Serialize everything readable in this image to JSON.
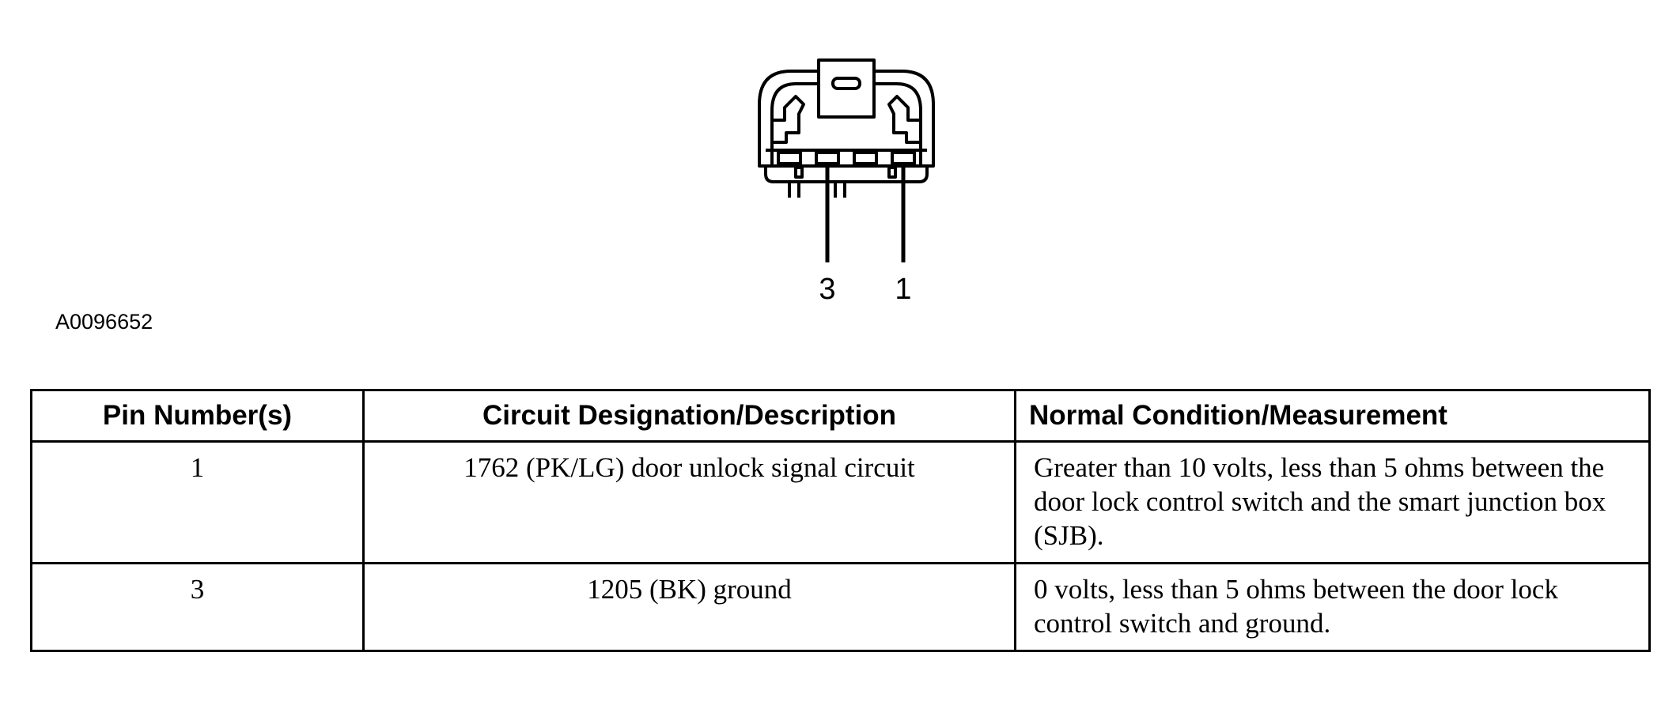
{
  "figure": {
    "id": "A0096652",
    "pin_labels": [
      "3",
      "1"
    ]
  },
  "table": {
    "headers": [
      "Pin Number(s)",
      "Circuit Designation/Description",
      "Normal Condition/Measurement"
    ],
    "rows": [
      {
        "pin": "1",
        "circuit": "1762 (PK/LG) door unlock signal circuit",
        "condition": "Greater than 10 volts, less than 5 ohms between the door lock control switch and the smart junction box (SJB)."
      },
      {
        "pin": "3",
        "circuit": "1205 (BK) ground",
        "condition": "0 volts, less than 5 ohms between the door lock control switch and ground."
      }
    ]
  }
}
